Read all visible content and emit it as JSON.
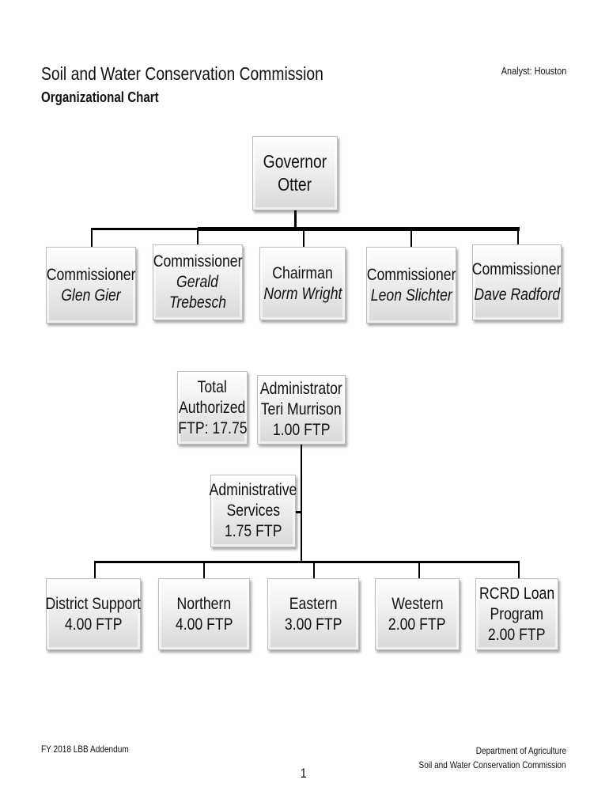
{
  "header": {
    "title": "Soil and Water Conservation Commission",
    "subtitle": "Organizational Chart",
    "analyst": "Analyst: Houston"
  },
  "governor": {
    "line1": "Governor",
    "line2": "Otter"
  },
  "commission": [
    {
      "role": "Commissioner",
      "name": [
        "Glen Gier"
      ]
    },
    {
      "role": "Commissioner",
      "name": [
        "Gerald",
        "Trebesch"
      ]
    },
    {
      "role": "Chairman",
      "name": [
        "Norm Wright"
      ]
    },
    {
      "role": "Commissioner",
      "name": [
        "Leon Slichter"
      ]
    },
    {
      "role": "Commissioner",
      "name": [
        "Dave Radford"
      ]
    }
  ],
  "total": {
    "lines": [
      "Total",
      "Authorized",
      "FTP: 17.75"
    ]
  },
  "administrator": {
    "lines": [
      "Administrator",
      "Teri Murrison",
      "1.00 FTP"
    ]
  },
  "admin_services": {
    "lines": [
      "Administrative",
      "Services",
      "1.75 FTP"
    ]
  },
  "units": [
    {
      "lines": [
        "District Support",
        "4.00 FTP"
      ]
    },
    {
      "lines": [
        "Northern",
        "4.00 FTP"
      ]
    },
    {
      "lines": [
        "Eastern",
        "3.00 FTP"
      ]
    },
    {
      "lines": [
        "Western",
        "2.00 FTP"
      ]
    },
    {
      "lines": [
        "RCRD Loan",
        "Program",
        "2.00 FTP"
      ]
    }
  ],
  "footer": {
    "left": "FY 2018 LBB Addendum",
    "page": "1",
    "right1": "Department of Agriculture",
    "right2": "Soil and Water Conservation Commission"
  }
}
